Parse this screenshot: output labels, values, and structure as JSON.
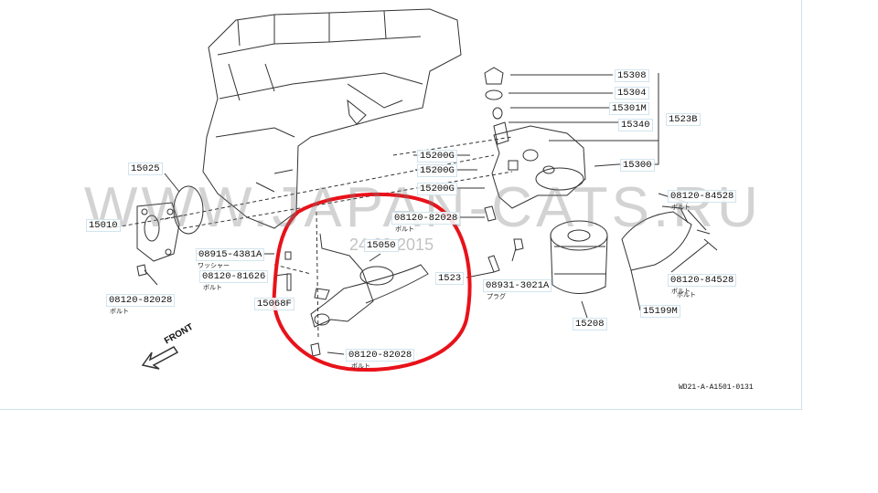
{
  "watermark": {
    "text": "WWW.JAPAN-CATS.RU",
    "date": "24-03-2015"
  },
  "front_label": "FRONT",
  "reference_code": "WD21-A-A1501-0131",
  "colors": {
    "highlight": "#e8121a",
    "line": "#333333",
    "label_border": "#d2e4ee"
  },
  "parts": [
    {
      "code": "15308"
    },
    {
      "code": "15304"
    },
    {
      "code": "15301M"
    },
    {
      "code": "15340"
    },
    {
      "code": "1523B"
    },
    {
      "code": "15300"
    },
    {
      "code": "15200G"
    },
    {
      "code": "15200G"
    },
    {
      "code": "15200G"
    },
    {
      "code": "15025"
    },
    {
      "code": "15010"
    },
    {
      "code": "08120-82028"
    },
    {
      "code": "08915-4381A"
    },
    {
      "code": "08120-81626"
    },
    {
      "code": "15068F"
    },
    {
      "code": "08120-82028"
    },
    {
      "code": "15050"
    },
    {
      "code": "08120-82028"
    },
    {
      "code": "1523"
    },
    {
      "code": "08931-3021A"
    },
    {
      "code": "15208"
    },
    {
      "code": "15199M"
    },
    {
      "code": "08120-84528"
    },
    {
      "code": "08120-84528"
    }
  ],
  "notes": [
    "ボルト",
    "ワッシャー",
    "ボルト",
    "ボルト",
    "ボルト",
    "ボルト",
    "ボルト",
    "ボルト",
    "プラグ"
  ]
}
